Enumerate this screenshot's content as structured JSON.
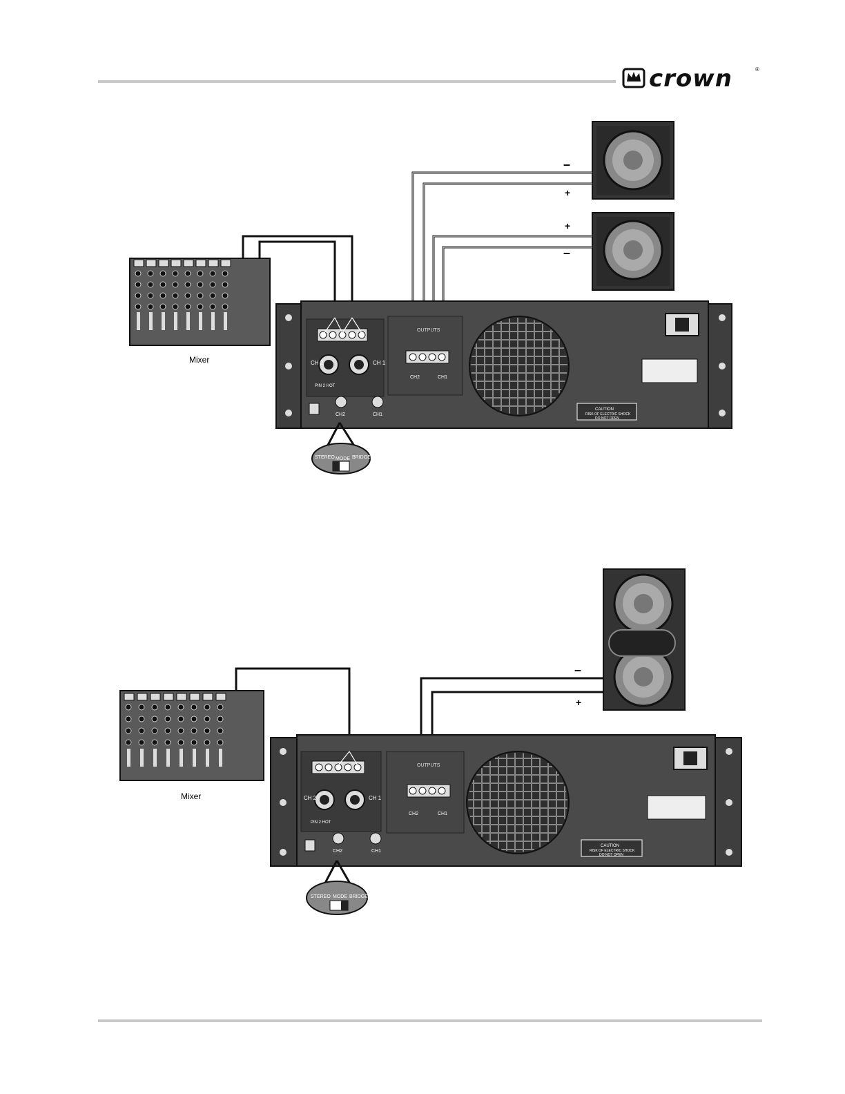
{
  "brand": {
    "name": "crown",
    "registered": "®"
  },
  "diagram_top": {
    "mixer_label": "Mixer",
    "amp": {
      "outputs_label": "OUTPUTS",
      "ch2": "CH2",
      "ch1": "CH1",
      "input_ch2": "CH 2",
      "input_ch1": "CH 1",
      "pin2_hot": "PIN 2 HOT",
      "caution": "CAUTION",
      "caution_sub": "RISK OF ELECTRIC SHOCK",
      "caution_sub2": "DO NOT OPEN",
      "mode_stereo": "STEREO",
      "mode_mode": "MODE",
      "mode_bridge": "BRIDGE"
    },
    "speaker_polarity": [
      "–",
      "+",
      "+",
      "–"
    ]
  },
  "diagram_bottom": {
    "mixer_label": "Mixer",
    "amp": {
      "outputs_label": "OUTPUTS",
      "ch2": "CH2",
      "ch1": "CH1",
      "input_ch2": "CH 2",
      "input_ch1": "CH 1",
      "pin2_hot": "PIN 2 HOT",
      "caution": "CAUTION",
      "caution_sub": "RISK OF ELECTRIC SHOCK",
      "caution_sub2": "DO NOT OPEN",
      "mode_stereo": "STEREO",
      "mode_mode": "MODE",
      "mode_bridge": "BRIDGE"
    },
    "speaker_polarity": [
      "–",
      "+"
    ]
  }
}
